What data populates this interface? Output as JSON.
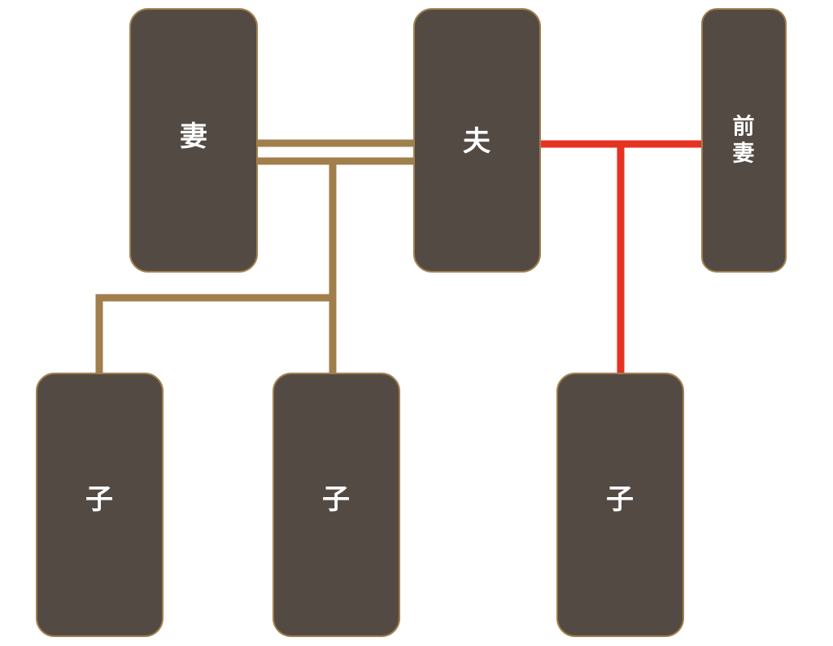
{
  "colors": {
    "background": "#ffffff",
    "box_fill": "#544a44",
    "box_border": "#a07f4c",
    "text": "#ffffff",
    "marriage_line": "#a07f4c",
    "former_marriage_line": "#e53222"
  },
  "people": {
    "wife": "妻",
    "husband": "夫",
    "former_wife_line1": "前",
    "former_wife_line2": "妻",
    "child_1": "子",
    "child_2": "子",
    "child_3": "子"
  }
}
